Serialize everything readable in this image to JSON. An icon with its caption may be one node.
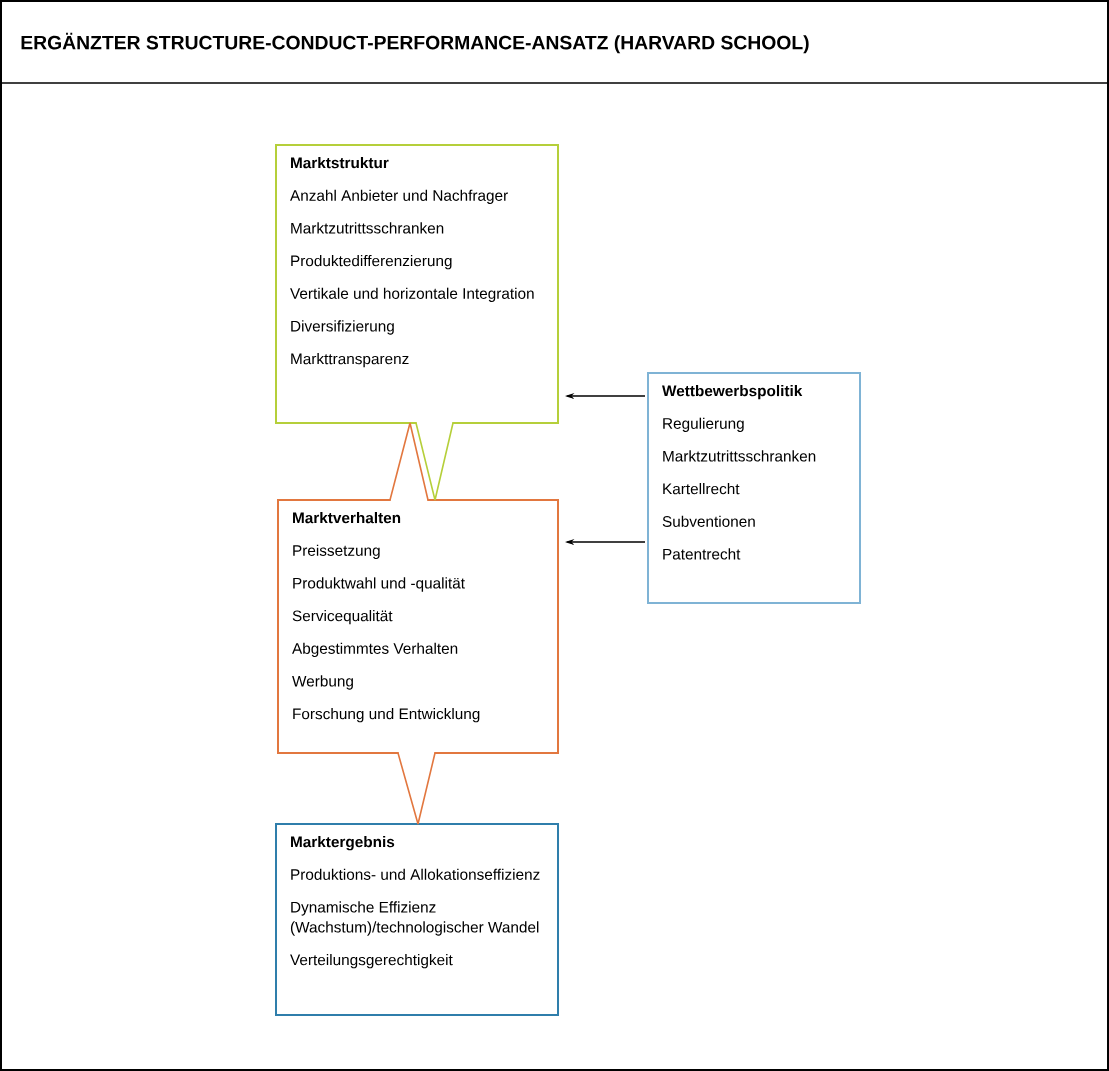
{
  "diagram": {
    "title": "ERGÄNZTER STRUCTURE-CONDUCT-PERFORMANCE-ANSATZ (HARVARD SCHOOL)",
    "nodes": [
      {
        "text": [
          "Marktstruktur",
          "Anzahl Anbieter und Nachfrager",
          "Marktzutrittsschranken",
          "Produktedifferenzierung",
          "Vertikale und horizontale Integration",
          "Diversifizierung",
          "Markttransparenz"
        ]
      },
      {
        "text": [
          "Marktverhalten",
          "Preissetzung",
          "Produktwahl und -qualität",
          "Servicequalität",
          "Abgestimmtes Verhalten",
          "Werbung",
          "Forschung und Entwicklung"
        ]
      },
      {
        "text": [
          "Marktergebnis",
          "Produktions- und Allokationseffizienz",
          "Dynamische Effizienz (Wachstum)/technologischer Wandel",
          "Verteilungsgerechtigkeit"
        ]
      },
      {
        "text": [
          "Wettbewerbspolitik",
          "Regulierung",
          "Marktzutrittsschranken",
          "Kartellrecht",
          "Subventionen",
          "Patentrecht"
        ]
      }
    ],
    "edges": [
      {
        "from": 0,
        "to": 1,
        "arrow": "none",
        "color": "#b5cf3a"
      },
      {
        "from": 1,
        "to": 0,
        "arrow": "none",
        "color": "#e2773f"
      },
      {
        "from": 1,
        "to": 2,
        "arrow": "none",
        "color": "#e2773f"
      },
      {
        "from": 3,
        "to": 0,
        "arrow": "to",
        "color": "#000000"
      },
      {
        "from": 3,
        "to": 1,
        "arrow": "to",
        "color": "#000000"
      }
    ]
  }
}
